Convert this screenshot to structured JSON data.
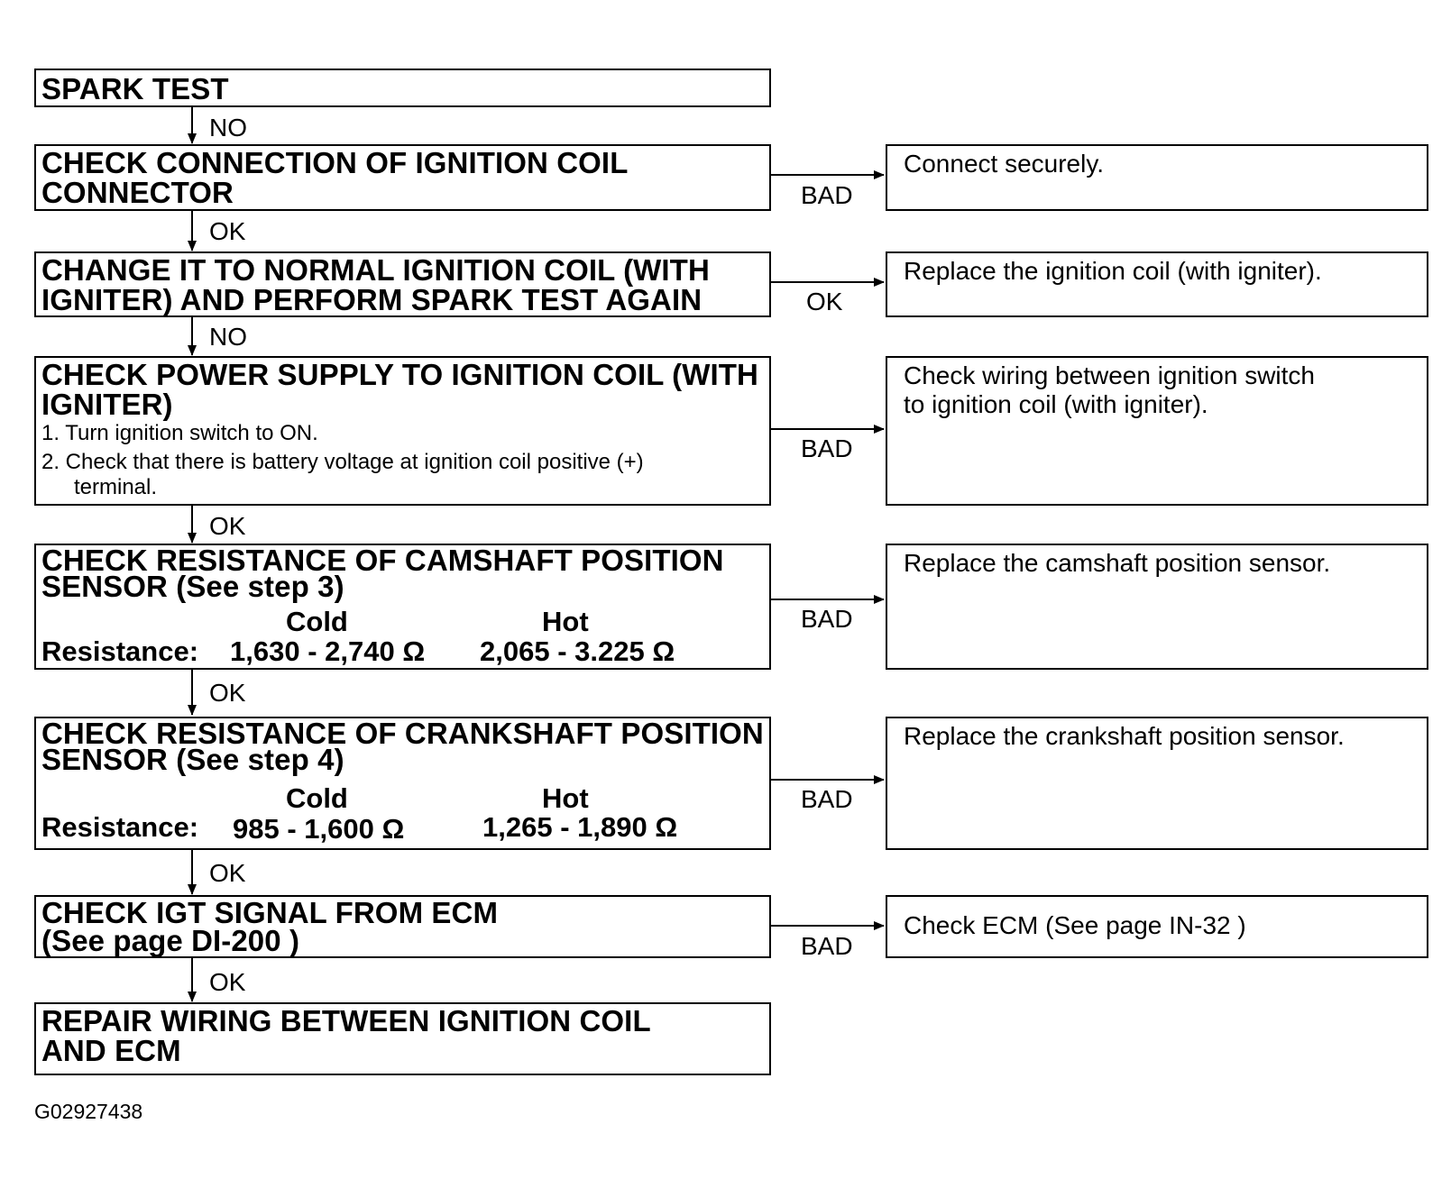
{
  "steps": [
    {
      "title": "SPARK TEST"
    },
    {
      "title": "CHECK CONNECTION OF IGNITION COIL\nCONNECTOR",
      "branch_label": "BAD",
      "action": "Connect securely."
    },
    {
      "title": "CHANGE IT TO NORMAL IGNITION COIL (WITH\nIGNITER) AND PERFORM SPARK TEST AGAIN",
      "branch_label": "OK",
      "action": "Replace the ignition coil (with igniter)."
    },
    {
      "title": "CHECK POWER SUPPLY TO IGNITION COIL (WITH\nIGNITER)",
      "sub1": "1. Turn ignition switch to ON.",
      "sub2a": "2. Check that there is battery voltage at ignition coil positive (+)",
      "sub2b": "terminal.",
      "branch_label": "BAD",
      "action": "Check wiring between ignition switch\nto ignition coil (with igniter)."
    },
    {
      "title": "CHECK RESISTANCE OF CAMSHAFT POSITION\nSENSOR (See step 3)",
      "cold_label": "Cold",
      "hot_label": "Hot",
      "res_label": "Resistance:",
      "cold_value": "1,630  - 2,740 Ω",
      "hot_value": "2,065  -  3.225 Ω",
      "branch_label": "BAD",
      "action": "Replace the camshaft position sensor."
    },
    {
      "title": "CHECK RESISTANCE OF CRANKSHAFT POSITION\nSENSOR (See step 4)",
      "cold_label": "Cold",
      "hot_label": "Hot",
      "res_label": "Resistance:",
      "cold_value": "985  - 1,600 Ω",
      "hot_value": "1,265  -  1,890 Ω",
      "branch_label": "BAD",
      "action": "Replace the crankshaft position sensor."
    },
    {
      "title": "CHECK IGT SIGNAL FROM ECM\n(See page DI-200 )",
      "branch_label": "BAD",
      "action": "Check ECM (See page IN-32 )"
    },
    {
      "title": "REPAIR WIRING BETWEEN IGNITION COIL\nAND ECM"
    }
  ],
  "down_labels": [
    "NO",
    "OK",
    "NO",
    "OK",
    "OK",
    "OK",
    "OK"
  ],
  "figure_id": "G02927438"
}
